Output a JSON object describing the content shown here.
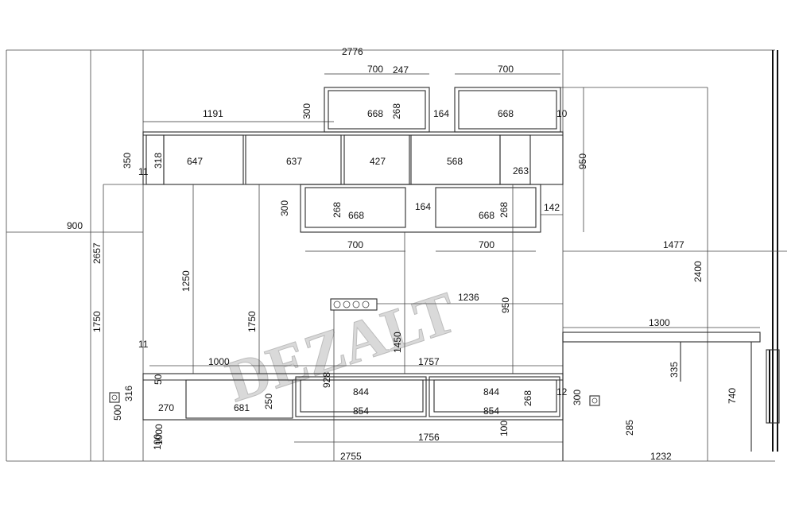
{
  "watermark": "DEZALT",
  "dimensions": {
    "d2776": "2776",
    "d247": "247",
    "d700a": "700",
    "d700b": "700",
    "d300a": "300",
    "d668a": "668",
    "d268a": "268",
    "d164a": "164",
    "d668b": "668",
    "d10": "10",
    "d1191": "1191",
    "d350": "350",
    "d318": "318",
    "d11a": "11",
    "d647": "647",
    "d637": "637",
    "d427": "427",
    "d568": "568",
    "d263": "263",
    "d950a": "950",
    "d300b": "300",
    "d268b": "268",
    "d668c": "668",
    "d164b": "164",
    "d668d": "668",
    "d268c": "268",
    "d142": "142",
    "d700c": "700",
    "d700d": "700",
    "d900": "900",
    "d2657": "2657",
    "d1477": "1477",
    "d2400": "2400",
    "d1250": "1250",
    "d1750a": "1750",
    "d1750b": "1750",
    "d1236": "1236",
    "d950b": "950",
    "d1450": "1450",
    "d1300": "1300",
    "d11b": "11",
    "d1000a": "1000",
    "d1757": "1757",
    "d335": "335",
    "d740": "740",
    "d928": "928",
    "d50": "50",
    "d844a": "844",
    "d844b": "844",
    "d268d": "268",
    "d12": "12",
    "d300c": "300",
    "d316": "316",
    "d500": "500",
    "d270": "270",
    "d681": "681",
    "d250": "250",
    "d854a": "854",
    "d854b": "854",
    "d1000b": "1000",
    "d100a": "100",
    "d100b": "100",
    "d1756": "1756",
    "d285": "285",
    "d2755": "2755",
    "d1232": "1232"
  },
  "icons": {
    "socket_group": "power-socket-strip-icon",
    "socket_left": "power-socket-icon",
    "socket_right": "power-socket-icon",
    "door_handle": "door-hinge-icon"
  }
}
